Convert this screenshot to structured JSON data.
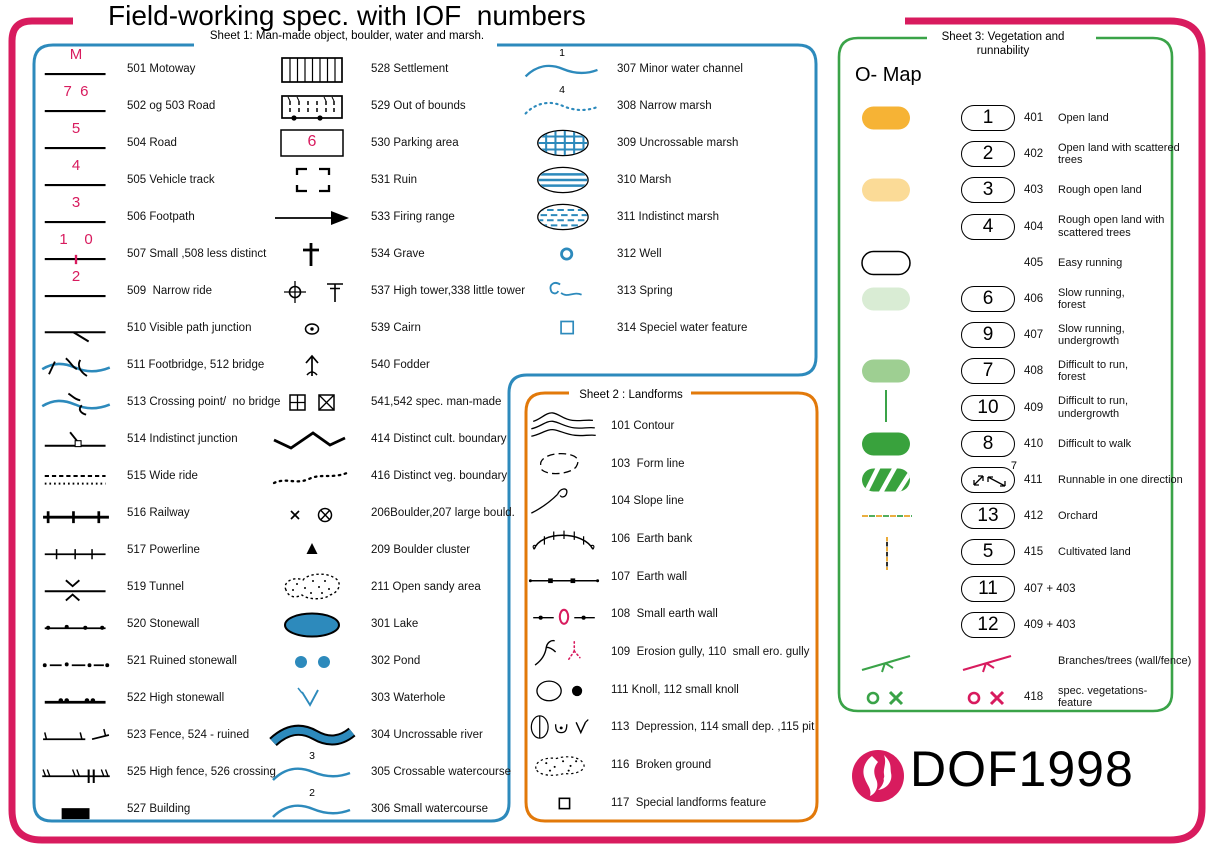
{
  "page": {
    "title": "Field-working spec. with IOF  numbers"
  },
  "colors": {
    "crimson": "#d81b5e",
    "blue": "#2d8abc",
    "orange_border": "#e2790a",
    "green_border": "#3aa348",
    "open_land": "#f6b335",
    "rough_open_land": "#fbdb97",
    "slow_running": "#d9ecd4",
    "difficult_run": "#9ecf92",
    "difficult_walk": "#39a23d"
  },
  "sheet1": {
    "title": "Sheet 1: Man-made object, boulder, water and marsh.",
    "col1": [
      {
        "symbol": "motorway",
        "overlay": "M",
        "label": "501 Motoway"
      },
      {
        "symbol": "road",
        "overlay": "7  6",
        "label": "502 og 503 Road"
      },
      {
        "symbol": "road",
        "overlay": "5",
        "label": "504 Road"
      },
      {
        "symbol": "vehicle-track",
        "overlay": "4",
        "label": "505 Vehicle track"
      },
      {
        "symbol": "footpath",
        "overlay": "3",
        "label": "506 Footpath"
      },
      {
        "symbol": "small-path",
        "overlay": "1    0",
        "label": "507 Small ,508 less distinct"
      },
      {
        "symbol": "narrow-ride",
        "overlay": "2",
        "label": "509  Narrow ride"
      },
      {
        "symbol": "path-junction",
        "label": "510 Visible path junction"
      },
      {
        "symbol": "footbridge",
        "label": "511 Footbridge, 512 bridge"
      },
      {
        "symbol": "crossing-point",
        "label": "513 Crossing point/  no bridge"
      },
      {
        "symbol": "indistinct-junction",
        "label": "514 Indistinct junction"
      },
      {
        "symbol": "wide-ride",
        "label": "515 Wide ride"
      },
      {
        "symbol": "railway",
        "label": "516 Railway"
      },
      {
        "symbol": "powerline",
        "label": "517 Powerline"
      },
      {
        "symbol": "tunnel",
        "label": "519 Tunnel"
      },
      {
        "symbol": "stonewall",
        "label": "520 Stonewall"
      },
      {
        "symbol": "ruined-stonewall",
        "label": "521 Ruined stonewall"
      },
      {
        "symbol": "high-stonewall",
        "label": "522 High stonewall"
      },
      {
        "symbol": "fence",
        "label": "523 Fence, 524 - ruined"
      },
      {
        "symbol": "high-fence",
        "label": "525 High fence, 526 crossing"
      },
      {
        "symbol": "building",
        "label": "527 Building"
      }
    ],
    "col2": [
      {
        "symbol": "settlement",
        "label": "528 Settlement"
      },
      {
        "symbol": "out-of-bounds",
        "label": "529 Out of bounds"
      },
      {
        "symbol": "parking-area",
        "overlay": "6",
        "label": "530 Parking area"
      },
      {
        "symbol": "ruin",
        "label": "531 Ruin"
      },
      {
        "symbol": "firing-range",
        "label": "533 Firing range"
      },
      {
        "symbol": "grave",
        "label": "534 Grave"
      },
      {
        "symbol": "towers",
        "label": "537 High tower,338 little tower"
      },
      {
        "symbol": "cairn",
        "label": "539 Cairn"
      },
      {
        "symbol": "fodder",
        "label": "540 Fodder"
      },
      {
        "symbol": "special-man-made",
        "label": "541,542 spec. man-made"
      },
      {
        "symbol": "cultivation-boundary",
        "label": "414 Distinct cult. boundary"
      },
      {
        "symbol": "vegetation-boundary",
        "label": "416 Distinct veg. boundary"
      },
      {
        "symbol": "boulder",
        "label": "206Boulder,207 large bould."
      },
      {
        "symbol": "boulder-cluster",
        "label": "209 Boulder cluster"
      },
      {
        "symbol": "open-sandy-area",
        "label": "211 Open sandy area"
      },
      {
        "symbol": "lake",
        "label": "301 Lake"
      },
      {
        "symbol": "pond",
        "label": "302 Pond"
      },
      {
        "symbol": "waterhole",
        "label": "303 Waterhole"
      },
      {
        "symbol": "uncrossable-river",
        "label": "304 Uncrossable river"
      },
      {
        "symbol": "crossable-watercourse",
        "overlay": "3",
        "label": "305 Crossable watercourse"
      },
      {
        "symbol": "small-watercourse",
        "overlay": "2",
        "label": "306 Small watercourse"
      }
    ],
    "col3": [
      {
        "symbol": "minor-water-channel",
        "overlay": "1",
        "label": "307 Minor water channel"
      },
      {
        "symbol": "narrow-marsh",
        "overlay": "4",
        "label": "308 Narrow marsh"
      },
      {
        "symbol": "uncrossable-marsh",
        "label": "309 Uncrossable marsh"
      },
      {
        "symbol": "marsh",
        "label": "310 Marsh"
      },
      {
        "symbol": "indistinct-marsh",
        "label": "311 Indistinct marsh"
      },
      {
        "symbol": "well",
        "label": "312 Well"
      },
      {
        "symbol": "spring",
        "label": "313 Spring"
      },
      {
        "symbol": "special-water-feature",
        "label": "314 Speciel water feature"
      }
    ]
  },
  "sheet2": {
    "title": "Sheet 2 : Landforms",
    "items": [
      {
        "symbol": "contour",
        "label": "101 Contour"
      },
      {
        "symbol": "form-line",
        "label": "103  Form line"
      },
      {
        "symbol": "slope-line",
        "label": "104 Slope line"
      },
      {
        "symbol": "earth-bank",
        "label": "106  Earth bank"
      },
      {
        "symbol": "earth-wall",
        "label": "107  Earth wall"
      },
      {
        "symbol": "small-earth-wall",
        "label": "108  Small earth wall"
      },
      {
        "symbol": "erosion-gully",
        "label": "109  Erosion gully, 110  small ero. gully"
      },
      {
        "symbol": "knoll",
        "label": "111 Knoll, 112 small knoll"
      },
      {
        "symbol": "depression",
        "label": "113  Depression, 114 small dep. ,115 pit"
      },
      {
        "symbol": "broken-ground",
        "label": "116  Broken ground"
      },
      {
        "symbol": "special-landform-feature",
        "label": "117  Special landforms feature"
      }
    ]
  },
  "sheet3": {
    "title_line1": "Sheet 3: Vegetation and",
    "title_line2": "runnability",
    "omap_label": "O- Map",
    "rows": [
      {
        "swatch": "open-land",
        "pill": "1",
        "code": "401",
        "text": "Open land"
      },
      {
        "pill": "2",
        "code": "402",
        "text": "Open land with scattered",
        "text2": "trees"
      },
      {
        "swatch": "rough-open-land",
        "pill": "3",
        "code": "403",
        "text": "Rough open land"
      },
      {
        "pill": "4",
        "code": "404",
        "text": "Rough open land with",
        "text2": "scattered trees"
      },
      {
        "swatch": "easy-running",
        "code": "405",
        "text": "Easy  running"
      },
      {
        "swatch": "slow-running-forest",
        "pill": "6",
        "code": "406",
        "text": "Slow running,",
        "text2": "forest"
      },
      {
        "pill": "9",
        "code": "407",
        "text": "Slow  running,",
        "text2": "undergrowth"
      },
      {
        "swatch": "difficult-to-run-forest",
        "pill": "7",
        "code": "408",
        "text": "Difficult to run,",
        "text2": "forest"
      },
      {
        "swatch": "undergrowth-line",
        "pill": "10",
        "code": "409",
        "text": "Difficult to run,",
        "text2": "undergrowth"
      },
      {
        "swatch": "difficult-to-walk",
        "pill": "8",
        "code": "410",
        "text": "Difficult to walk"
      },
      {
        "swatch": "runnable-one-direction",
        "pill": "arrows",
        "pill_note": "7",
        "code": "411",
        "text": "Runnable in one direction"
      },
      {
        "swatch": "orchard",
        "pill": "13",
        "code": "412",
        "text": "Orchard"
      },
      {
        "swatch": "cultivated-land",
        "pill": "5",
        "code": "415",
        "text": "Cultivated land"
      },
      {
        "pill": "11",
        "code": "407 + 403"
      },
      {
        "pill": "12",
        "code": "409 + 403"
      },
      {
        "swatch": "branches-green",
        "mid": "branches-red",
        "text": "Branches/trees (wall/fence)"
      },
      {
        "swatch": "ox-green",
        "mid": "ox-red",
        "code": "418",
        "text": "spec. vegetations-",
        "text2": "feature"
      }
    ]
  },
  "logo": {
    "icon": "dof-figure-icon",
    "text": "DOF1998"
  }
}
